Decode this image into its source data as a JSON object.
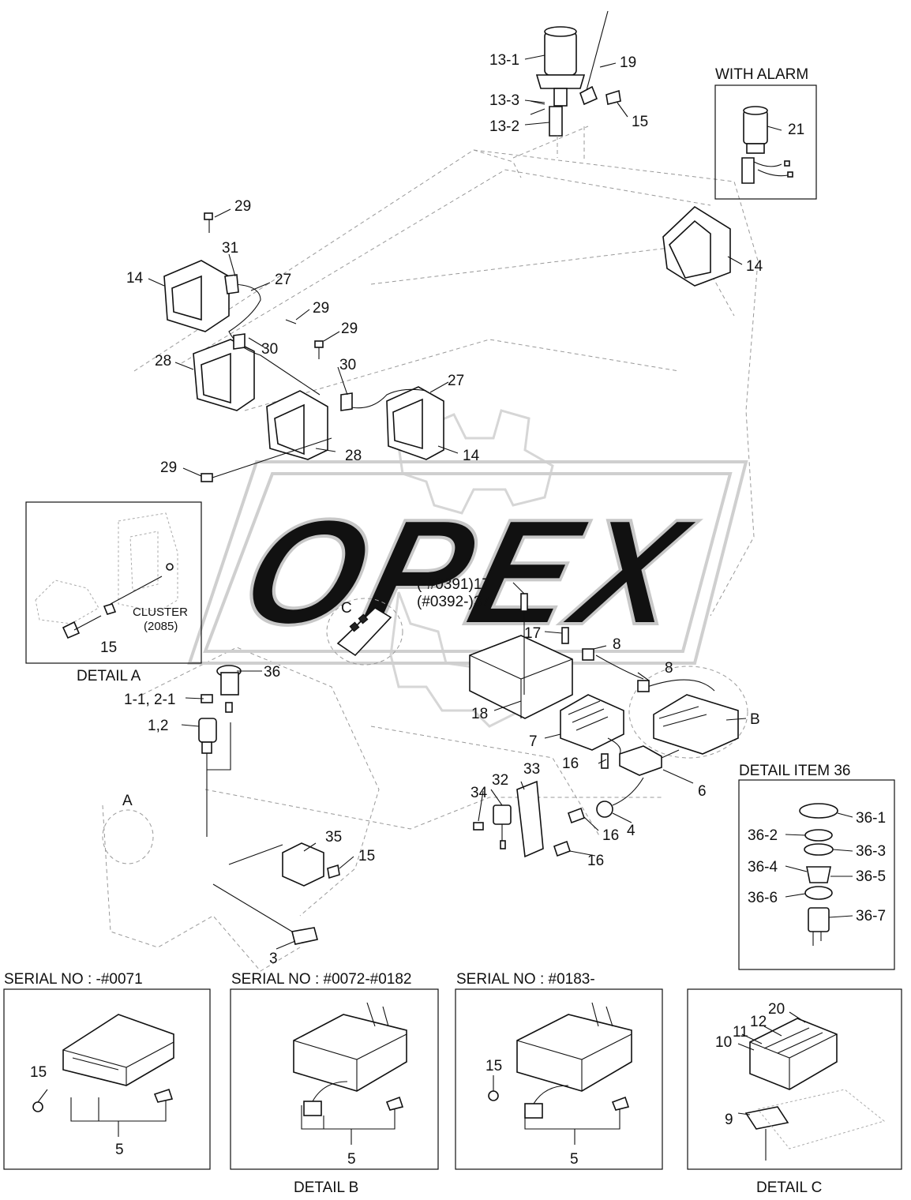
{
  "watermark": {
    "text": "OPEX"
  },
  "headers": {
    "with_alarm": "WITH ALARM",
    "detail_a": "DETAIL A",
    "detail_b": "DETAIL B",
    "detail_c": "DETAIL C",
    "detail_item_36": "DETAIL ITEM 36",
    "cluster": "CLUSTER",
    "cluster_no": "(2085)",
    "serial_1": "SERIAL NO : -#0071",
    "serial_2": "SERIAL NO : #0072-#0182",
    "serial_3": "SERIAL NO : #0183-"
  },
  "callouts": {
    "p13_1": "13-1",
    "p13_3": "13-3",
    "p13_2": "13-2",
    "p19": "19",
    "p15_top": "15",
    "p21": "21",
    "p29_a": "29",
    "p31": "31",
    "p27_a": "27",
    "p14_left": "14",
    "p14_right": "14",
    "p29_b": "29",
    "p29_c": "29",
    "p30_a": "30",
    "p30_b": "30",
    "p28_a": "28",
    "p27_b": "27",
    "p28_b": "28",
    "p14_mid": "14",
    "p29_d": "29",
    "p15_clu": "15",
    "p17_note": "(-#0391)17",
    "p37_note": "(#0392-)37",
    "pC": "C",
    "p17": "17",
    "p8_a": "8",
    "p8_b": "8",
    "pB": "B",
    "p18": "18",
    "p7": "7",
    "p16_a": "16",
    "p6": "6",
    "p36": "36",
    "p1_1": "1-1, 2-1",
    "p1_2": "1,2",
    "pA": "A",
    "p34": "34",
    "p32": "32",
    "p33": "33",
    "p16_b": "16",
    "p4": "4",
    "p16_c": "16",
    "p35": "35",
    "p15_mid": "15",
    "p3": "3",
    "p36_1": "36-1",
    "p36_2": "36-2",
    "p36_3": "36-3",
    "p36_4": "36-4",
    "p36_5": "36-5",
    "p36_6": "36-6",
    "p36_7": "36-7",
    "s1_15": "15",
    "s1_5": "5",
    "s2_5": "5",
    "s3_15": "15",
    "s3_5": "5",
    "c20": "20",
    "c12": "12",
    "c11": "11",
    "c10": "10",
    "c9": "9"
  },
  "colors": {
    "ink": "#111111",
    "ghost": "#aaaaaa",
    "watermark": "#c8c8c8"
  }
}
